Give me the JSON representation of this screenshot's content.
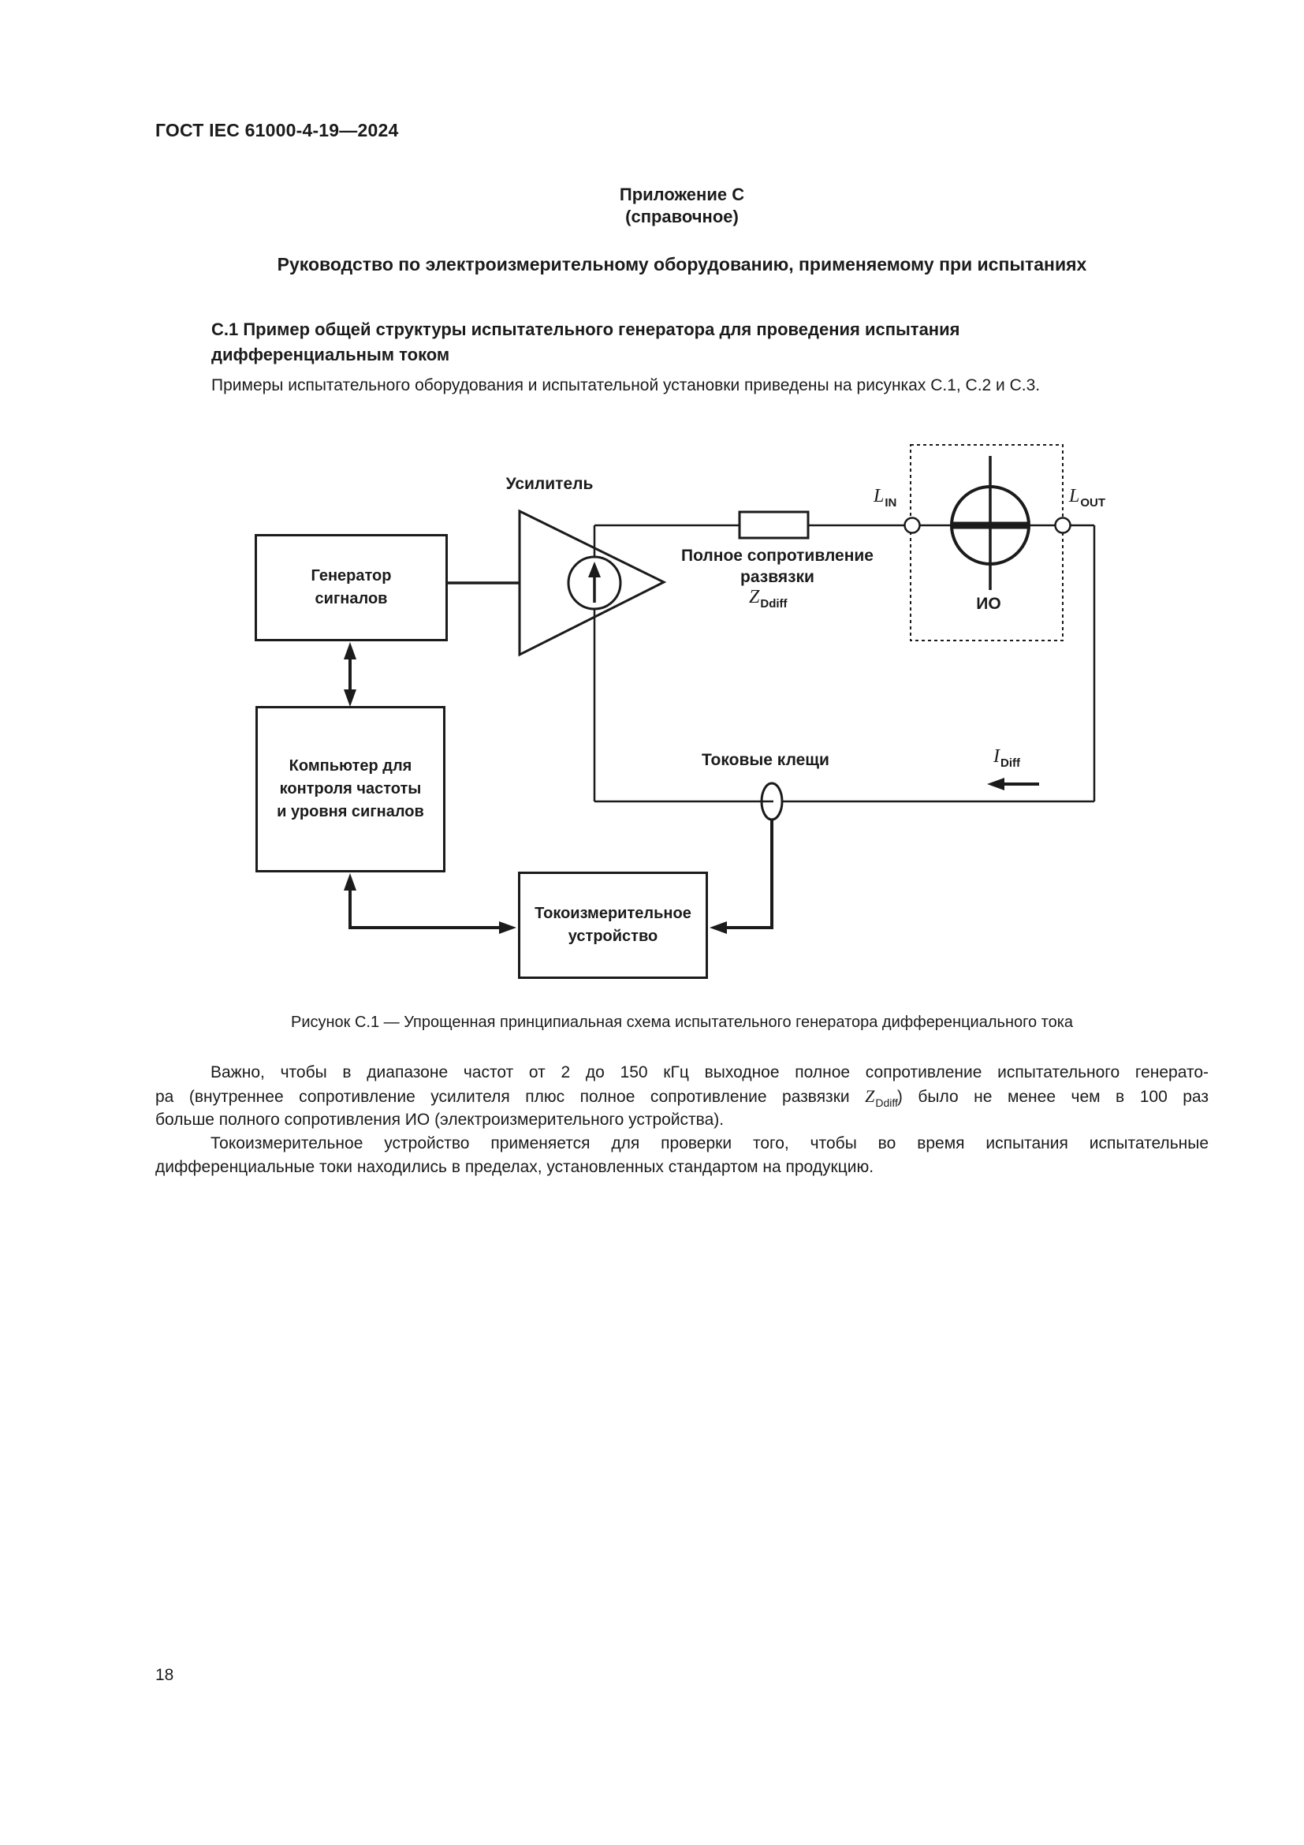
{
  "page": {
    "header": "ГОСТ IEC 61000-4-19—2024",
    "page_number": "18"
  },
  "appendix": {
    "label": "Приложение С",
    "note": "(справочное)",
    "title": "Руководство по электроизмерительному оборудованию, применяемому при испытаниях"
  },
  "section": {
    "heading_line1": "С.1 Пример общей структуры испытательного генератора для проведения испытания",
    "heading_line2": "дифференциальным током",
    "intro": "Примеры испытательного оборудования и испытательной установки приведены на рисунках С.1, С.2 и С.3."
  },
  "diagram": {
    "amplifier_label": "Усилитель",
    "generator_box_lines": [
      "Генератор",
      "сигналов"
    ],
    "computer_box_lines": [
      "Компьютер для",
      "контроля частоты",
      "и уровня сигналов"
    ],
    "meter_box_lines": [
      "Токоизмерительное",
      "устройство"
    ],
    "impedance_label_lines": [
      "Полное сопротивление",
      "развязки"
    ],
    "impedance_symbol": {
      "base": "Z",
      "sub": "Ddiff"
    },
    "l_in": {
      "base": "L",
      "sub": "IN"
    },
    "l_out": {
      "base": "L",
      "sub": "OUT"
    },
    "eut_label": "ИО",
    "clamp_label": "Токовые клещи",
    "current_symbol": {
      "base": "I",
      "sub": "Diff"
    }
  },
  "figure": {
    "caption": "Рисунок С.1 — Упрощенная принципиальная схема испытательного генератора дифференциального тока"
  },
  "paragraphs": {
    "p1_line1": "Важно, чтобы в диапазоне частот от 2 до 150 кГц выходное полное сопротивление испытательного генерато-",
    "p1_line2_pre": "ра (внутреннее сопротивление усилителя плюс полное сопротивление развязки ",
    "p1_z": "Z",
    "p1_zsub": "Ddiff",
    "p1_line2_post": ") было не менее чем в 100 раз",
    "p1_line3": "больше полного сопротивления ИО (электроизмерительного устройства).",
    "p2_line1": "Токоизмерительное устройство применяется для проверки того, чтобы во время испытания испытательные",
    "p2_line2": "дифференциальные токи находились в пределах, установленных стандартом на продукцию."
  }
}
